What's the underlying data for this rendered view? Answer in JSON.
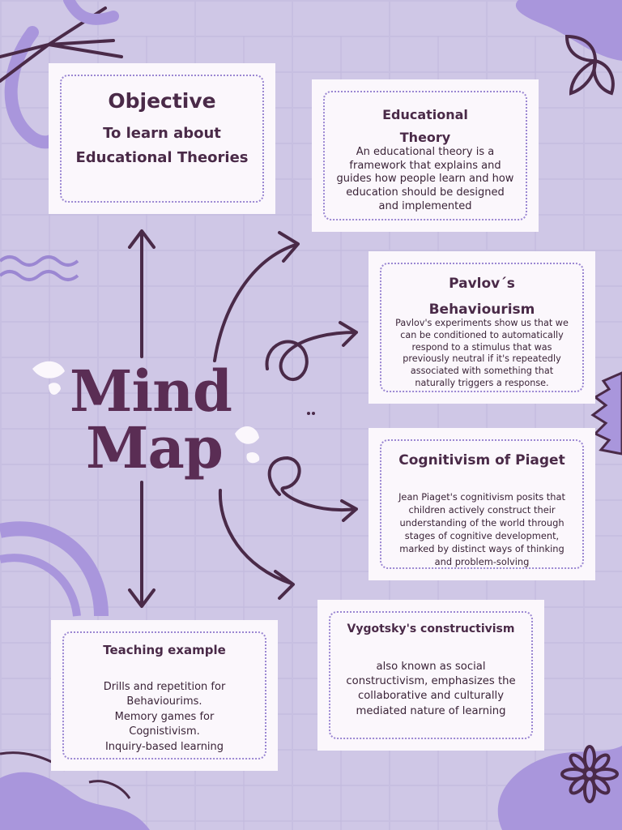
{
  "center": {
    "line1": "Mind",
    "line2": "Map"
  },
  "objective": {
    "title": "Objective",
    "line1": "To learn about",
    "line2": "Educational Theories"
  },
  "educational_theory": {
    "title_line1": "Educational",
    "title_line2": "Theory",
    "body_lines": [
      "An educational theory is a",
      "framework that explains and",
      "guides how people learn and how",
      "education should be designed",
      "and implemented"
    ]
  },
  "pavlov": {
    "title_line1": "Pavlov´s",
    "title_line2": "Behaviourism",
    "body_lines": [
      "Pavlov's experiments show us that we",
      "can be conditioned to automatically",
      "respond to a stimulus that was",
      "previously neutral if it's repeatedly",
      "associated with something that",
      "naturally triggers a response."
    ]
  },
  "piaget": {
    "title": "Cognitivism of Piaget",
    "body_lines": [
      "Jean Piaget's cognitivism posits that",
      "children actively construct their",
      "understanding of the world through",
      "stages of cognitive development,",
      "marked by distinct ways of thinking",
      "and problem-solving"
    ]
  },
  "vygotsky": {
    "title": "Vygotsky's constructivism",
    "body_lines": [
      "also known as social",
      "constructivism, emphasizes the",
      "collaborative and culturally",
      "mediated nature of learning"
    ]
  },
  "teaching": {
    "title": "Teaching example",
    "body_lines": [
      "Drills and repetition  for",
      "Behaviourims.",
      "Memory games for",
      "Cognistivism.",
      "Inquiry-based learning"
    ]
  },
  "colors": {
    "background": "#cfc7e6",
    "ink": "#4a2a48",
    "card": "#fbf7fc",
    "accent": "#9b87d2"
  }
}
